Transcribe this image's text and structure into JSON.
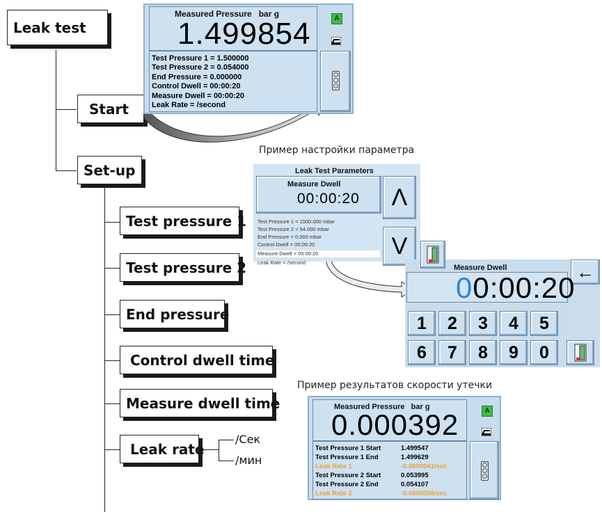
{
  "tree": {
    "leak_test": "Leak test",
    "start": "Start",
    "setup": "Set-up",
    "items": [
      "Test pressure 1",
      "Test pressure 2",
      "End pressure",
      "Control dwell time",
      "Measure dwell time",
      "Leak rate"
    ],
    "leak_rate_units": [
      "/Сек",
      "/мин"
    ]
  },
  "screen1": {
    "title": "Measured Pressure   bar g",
    "value": "1.499854",
    "badge": "A",
    "lines": [
      "Test Pressure 1 = 1.500000",
      "Test Pressure 2 = 0.054000",
      "End Pressure = 0.000000",
      "Control Dwell = 00:00:20",
      "Measure Dwell = 00:00:20",
      "Leak Rate = /second"
    ]
  },
  "caption_setup": "Пример настройки параметра",
  "screen2": {
    "title": "Leak Test Parameters",
    "field_label": "Measure Dwell",
    "field_value": "00:00:20",
    "up_symbol": "Λ",
    "down_symbol": "V",
    "lines": [
      "Test Pressure 1 = 1500.000 mbar",
      "Test Pressure 2 = 54.000 mbar",
      "End Pressure = 0.000 mbar",
      "Control Dwell = 00:00:20",
      "Measure Dwell = 00:00:20",
      "Leak Rate = /second"
    ]
  },
  "screen3": {
    "title": "Measure Dwell",
    "value_first": "0",
    "value_rest": "0:00:20",
    "back_symbol": "←",
    "keys": [
      "1",
      "2",
      "3",
      "4",
      "5",
      "6",
      "7",
      "8",
      "9",
      "0"
    ]
  },
  "caption_results": "Пример результатов скорости утечки",
  "screen4": {
    "title": "Measured Pressure   bar g",
    "value": "0.000392",
    "badge": "A",
    "rows": [
      {
        "label": "Test Pressure 1 Start",
        "value": "1.499547",
        "highlight": false
      },
      {
        "label": "Test Pressure 1 End",
        "value": "1.499629",
        "highlight": false
      },
      {
        "label": "Leak Rate 1",
        "value": "-0.0000041/sec",
        "highlight": true
      },
      {
        "label": "Test Pressure 2 Start",
        "value": "0.053995",
        "highlight": false
      },
      {
        "label": "Test Pressure 2 End",
        "value": "0.054107",
        "highlight": false
      },
      {
        "label": "Leak Rate 2",
        "value": "-0.0000058/sec",
        "highlight": true
      }
    ]
  },
  "colors": {
    "screen_bg": "#c7dcee",
    "highlight": "#f0a030",
    "blue_digit": "#2f86d0"
  }
}
